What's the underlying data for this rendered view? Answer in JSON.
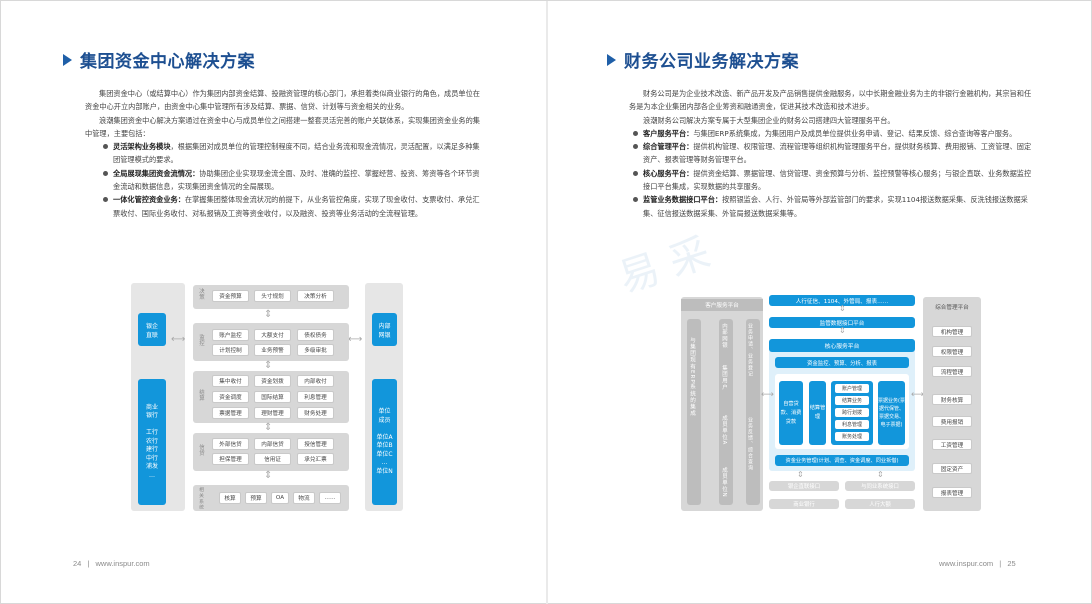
{
  "left": {
    "title": "集团资金中心解决方案",
    "paragraphs": [
      "集团资金中心（或结算中心）作为集团内部资金结算、投融资管理的核心部门，承担着类似商业银行的角色，成员单位在资金中心开立内部账户，由资金中心集中管理所有涉及结算、票据、信贷、计划等与资金相关的业务。",
      "浪潮集团资金中心解决方案通过在资金中心与成员单位之间搭建一整套灵活完善的账户关联体系，实现集团资金业务的集中管理，主要包括："
    ],
    "bullets": [
      {
        "bold": "灵活架构业务模块",
        "text": "，根据集团对成员单位的管理控制程度不同，结合业务流和现金流情况，灵活配置，以满足多种集团管理模式的要求。"
      },
      {
        "bold": "全局展现集团资金流情况：",
        "text": "协助集团企业实现现金流全面、及时、准确的监控、掌握经营、投资、筹资等各个环节资金流动和数据信息，实现集团资金情况的全局展现。"
      },
      {
        "bold": "一体化管控资金业务：",
        "text": "在掌握集团整体现金流状况的前提下，从业务管控角度，实现了现金收付、支票收付、承兑汇票收付、国际业务收付、对私报销及工资等资金收付，以及融资、投资等业务活动的全流程管理。"
      }
    ],
    "footer_page": "24",
    "footer_url": "www.inspur.com",
    "diagram": {
      "left_blue_top": "银企\n直联",
      "left_blue_bottom": "商业\n银行\n\n工行\n农行\n建行\n中行\n浦发\n…",
      "right_blue_top": "内部\n网银",
      "right_blue_bottom": "单位\n成员\n\n单位A\n单位B\n单位C\n…\n单位N",
      "section_decision_label": "决策",
      "decision_cells": [
        "资金预算",
        "头寸规划",
        "决策分析"
      ],
      "section_monitor_label": "监控",
      "monitor_cells": [
        "账户监控",
        "大额支付",
        "债权债务",
        "计划控制",
        "业务预警",
        "多级审批"
      ],
      "section_settle_label": "结算",
      "settle_cells": [
        "集中收付",
        "资金划拨",
        "内部收付",
        "资金调度",
        "国际结算",
        "利息管理",
        "票据管理",
        "理财管理",
        "财务处理"
      ],
      "section_credit_label": "信贷",
      "credit_cells": [
        "外部信贷",
        "内部信贷",
        "授信管理",
        "担保管理",
        "信用证",
        "承兑汇票"
      ],
      "section_related_label": "相关系统",
      "related_cells": [
        "核算",
        "预算",
        "OA",
        "物流",
        "……"
      ]
    }
  },
  "right": {
    "title": "财务公司业务解决方案",
    "paragraphs": [
      "财务公司是为企业技术改造、新产品开发及产品销售提供金融服务，以中长期金融业务为主的非银行金融机构，其宗旨和任务是为本企业集团内部各企业筹资和融通资金，促进其技术改造和技术进步。",
      "浪潮财务公司解决方案专属于大型集团企业的财务公司搭建四大管理服务平台。"
    ],
    "bullets": [
      {
        "bold": "客户服务平台：",
        "text": "与集团ERP系统集成，为集团用户及成员单位提供业务申请、登记、结果反馈、综合查询等客户服务。"
      },
      {
        "bold": "综合管理平台：",
        "text": "提供机构管理、权限管理、流程管理等组织机构管理服务平台，提供财务核算、费用报销、工资管理、固定资产、报表管理等财务管理平台。"
      },
      {
        "bold": "核心服务平台：",
        "text": "提供资金结算、票据管理、信贷管理、资金预算与分析、监控预警等核心服务；与银企直联、业务数据监控接口平台集成，实现数据的共享服务。"
      },
      {
        "bold": "监管业务数据接口平台：",
        "text": "按照银监会、人行、外管局等外部监管部门的要求，实现1104报送数据采集、反洗钱报送数据采集、征信报送数据采集、外管局报送数据采集等。"
      }
    ],
    "footer_page": "25",
    "footer_url": "www.inspur.com",
    "diagram": {
      "customer_platform": "客户服务平台",
      "customer_vertical": "与集团现有ERP系统的集成",
      "col_internal_bank": "内部网银",
      "col_group_user": "集团用户",
      "col_member_a": "成员单位A",
      "col_member_n": "成员单位N",
      "col_business_apply": "业务申请、业务登记",
      "col_business_feedback": "业务反馈、综合查询",
      "regulator_top": "人行征信、1104、外管局、报表……",
      "regulator_platform": "监管数据接口平台",
      "core_platform": "核心服务平台",
      "core_sub": "资金监控、预算、分析、报表",
      "self_loan": "自营贷款、消费贷款",
      "settle_mgmt": "结算管理",
      "settle_items": [
        "账户管理",
        "结算业务",
        "跨行划拨",
        "利息管理",
        "账务处理"
      ],
      "ticket": "票据业务(票据代保管、票据交易、电子票据)",
      "fund_mgmt": "资金业务管理(计划、调查、资金调度、同业拆借)",
      "bank_interface": "银企直联接口",
      "settlement_interface": "与同业系统接口",
      "commercial_bank": "商业银行",
      "pboc": "人行大额",
      "mgmt_platform": "综合管理平台",
      "mgmt_items": [
        "机构管理",
        "权限管理",
        "流程管理",
        "财务核算",
        "费用报销",
        "工资管理",
        "固定资产",
        "报表管理"
      ]
    }
  },
  "colors": {
    "heading": "#1d4f91",
    "accent_blue": "#1296db",
    "gray_box": "#d7d7d7"
  }
}
